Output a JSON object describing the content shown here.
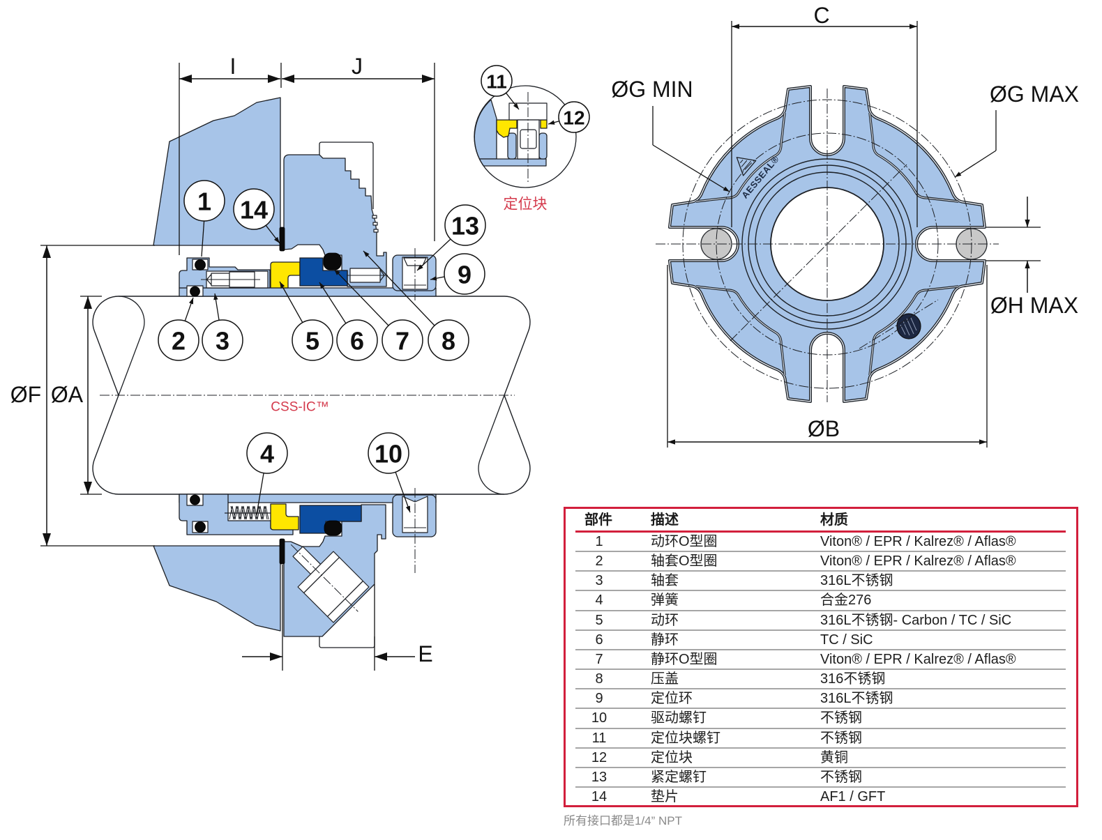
{
  "drawing": {
    "callouts": [
      "1",
      "2",
      "3",
      "4",
      "5",
      "6",
      "7",
      "8",
      "9",
      "10",
      "11",
      "12",
      "13",
      "14"
    ],
    "section_view": {
      "model_label": "CSS-IC™",
      "dimension_labels": {
        "i": "I",
        "j": "J",
        "f": "ØF",
        "a": "ØA",
        "e": "E"
      }
    },
    "detail_view": {
      "title": "定位块"
    },
    "end_view": {
      "dimension_labels": {
        "c": "C",
        "g_min": "ØG MIN",
        "g_max": "ØG MAX",
        "h_max": "ØH MAX",
        "b": "ØB"
      },
      "logo_text": "AESSEAL®"
    }
  },
  "parts_table": {
    "headers": {
      "part": "部件",
      "description": "描述",
      "material": "材质"
    },
    "rows": [
      {
        "no": "1",
        "description": "动环O型圈",
        "material": "Viton® / EPR / Kalrez® / Aflas®"
      },
      {
        "no": "2",
        "description": "轴套O型圈",
        "material": "Viton® / EPR / Kalrez® / Aflas®"
      },
      {
        "no": "3",
        "description": "轴套",
        "material": "316L不锈钢"
      },
      {
        "no": "4",
        "description": "弹簧",
        "material": "合金276"
      },
      {
        "no": "5",
        "description": "动环",
        "material": "316L不锈钢- Carbon / TC / SiC"
      },
      {
        "no": "6",
        "description": "静环",
        "material": "TC / SiC"
      },
      {
        "no": "7",
        "description": "静环O型圈",
        "material": "Viton® / EPR / Kalrez® / Aflas®"
      },
      {
        "no": "8",
        "description": "压盖",
        "material": "316不锈钢"
      },
      {
        "no": "9",
        "description": "定位环",
        "material": "316L不锈钢"
      },
      {
        "no": "10",
        "description": "驱动螺钉",
        "material": "不锈钢"
      },
      {
        "no": "11",
        "description": "定位块螺钉",
        "material": "不锈钢"
      },
      {
        "no": "12",
        "description": "定位块",
        "material": "黄铜"
      },
      {
        "no": "13",
        "description": "紧定螺钉",
        "material": "不锈钢"
      },
      {
        "no": "14",
        "description": "垫片",
        "material": "AF1 / GFT"
      }
    ]
  },
  "footnote": "所有接口都是1/4” NPT",
  "colors": {
    "body_blue": "#a7c4e8",
    "stationary_face_blue": "#0c4ea2",
    "rotary_face_yellow": "#ffe600",
    "o_ring_black": "#0a0a0a",
    "bolt_grey": "#c8c8c8",
    "table_border_red": "#d21f3c",
    "label_red": "#d43a4c",
    "footnote_grey": "#8a8a8a"
  }
}
